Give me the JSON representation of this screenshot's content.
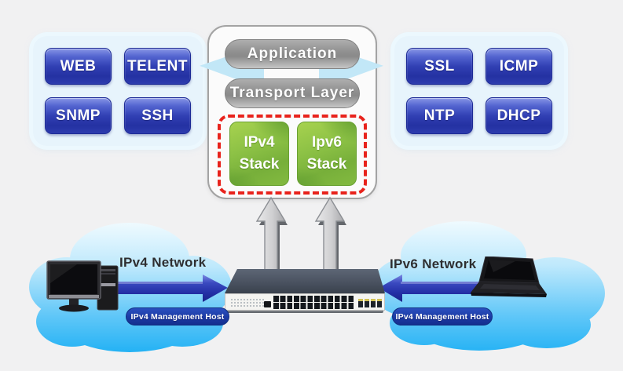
{
  "protocol_panels": {
    "left": {
      "buttons": [
        {
          "label": "WEB"
        },
        {
          "label": "TELENT"
        },
        {
          "label": "SNMP"
        },
        {
          "label": "SSH"
        }
      ]
    },
    "right": {
      "buttons": [
        {
          "label": "SSL"
        },
        {
          "label": "ICMP"
        },
        {
          "label": "NTP"
        },
        {
          "label": "DHCP"
        }
      ]
    }
  },
  "stack_panel": {
    "layers": [
      {
        "label": "Application"
      },
      {
        "label": "Transport Layer"
      }
    ],
    "stacks": [
      {
        "line1": "IPv4",
        "line2": "Stack"
      },
      {
        "line1": "Ipv6",
        "line2": "Stack"
      }
    ]
  },
  "clouds": {
    "left": {
      "network_label": "IPv4 Network",
      "host_label": "IPv4 Management Host",
      "device": "desktop-computer"
    },
    "right": {
      "network_label": "IPv6 Network",
      "host_label": "IPv4 Management Host",
      "device": "laptop-computer"
    }
  },
  "switch": {
    "device": "ethernet-switch-24-port"
  },
  "colors": {
    "protocol_button_blue": "#2431a2",
    "layer_pill_gray": "#8f8f8f",
    "stack_green": "#7eb53c",
    "dashed_border_red": "#e8231c",
    "cloud_blue": "#1fb0f4",
    "network_arrow_navy": "#1a2287",
    "host_pill_blue": "#1c3aa4",
    "panel_light_blue": "#e7f4fc"
  }
}
